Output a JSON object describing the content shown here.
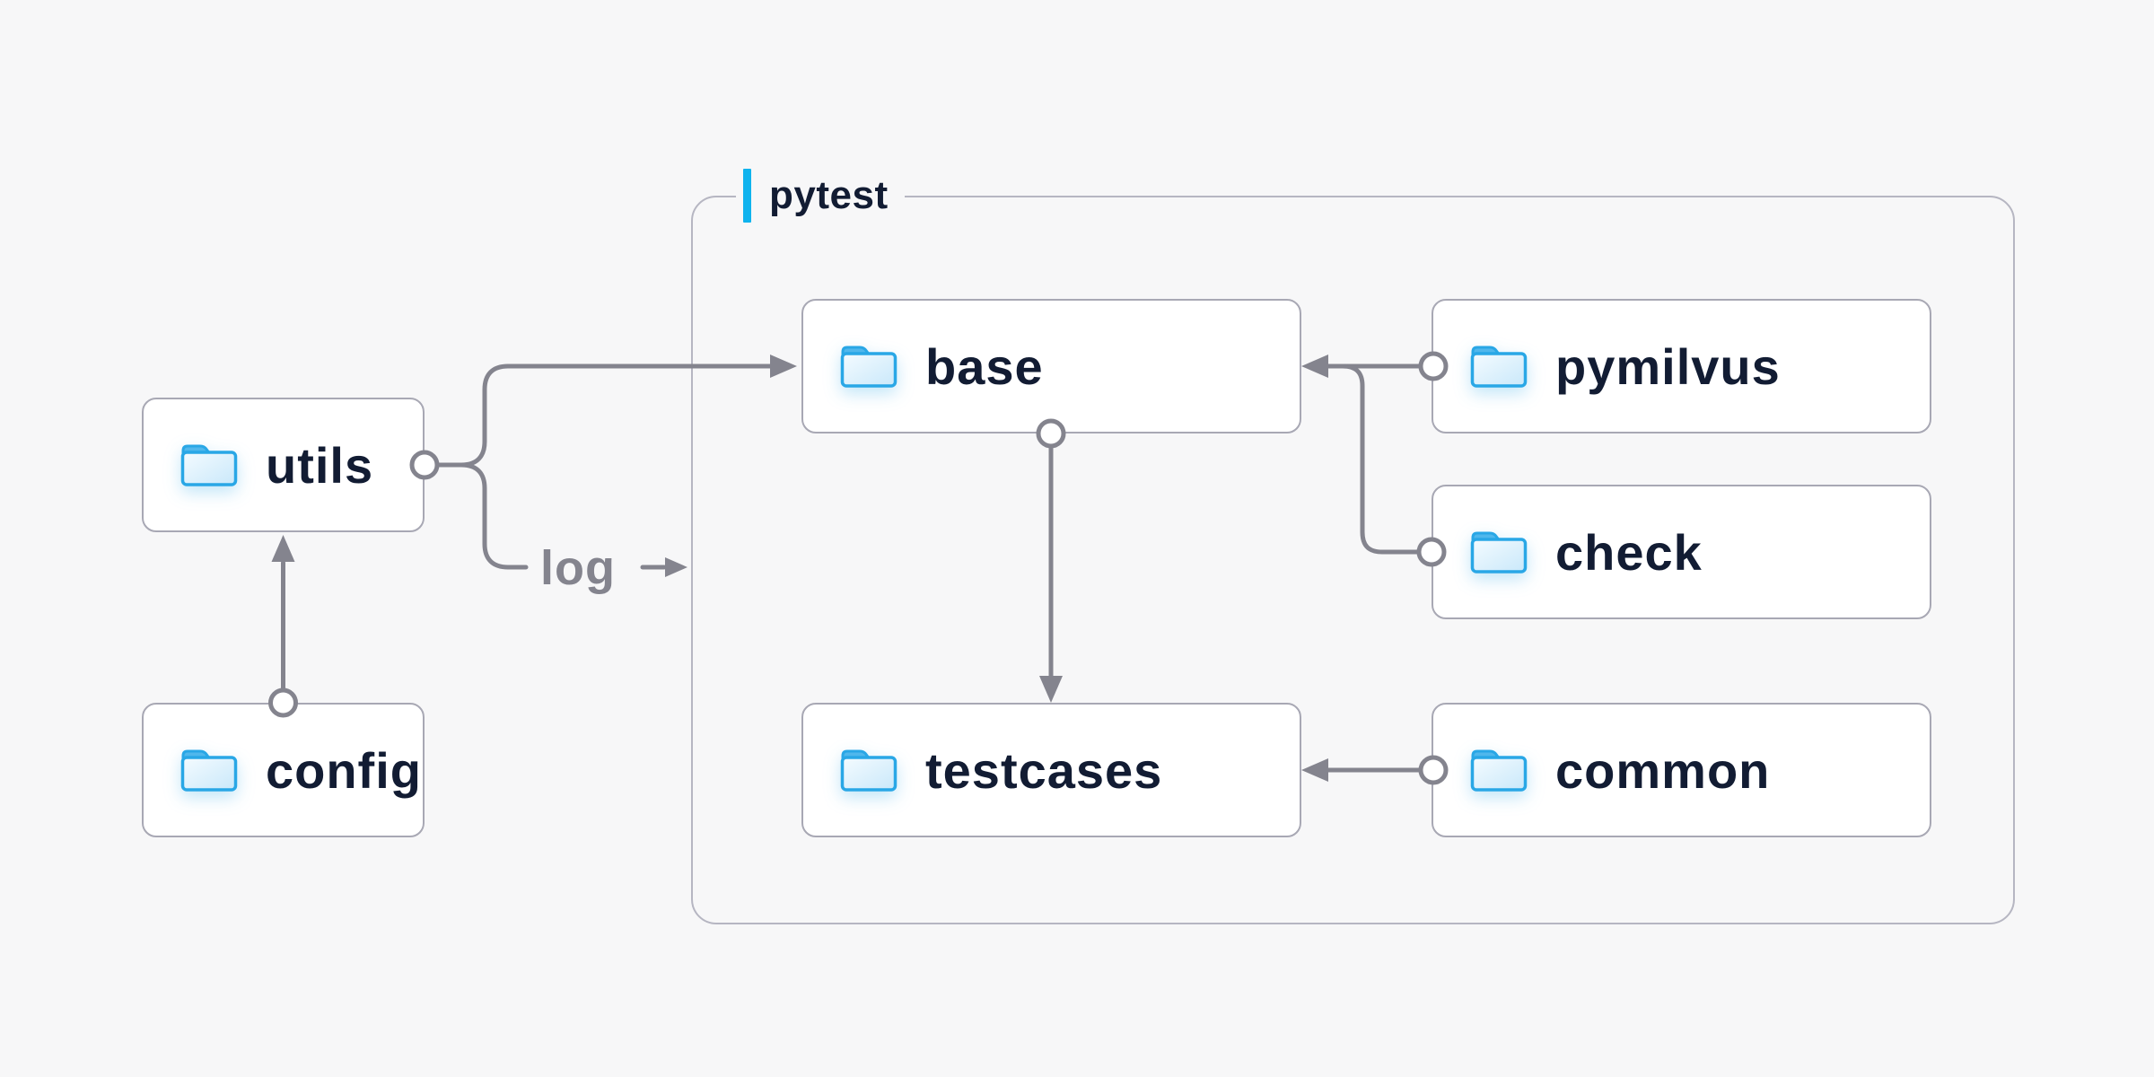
{
  "background_color": "#f7f7f8",
  "group": {
    "label": "pytest",
    "accent_color": "#0fb3ee",
    "border_color": "#b6b6c2"
  },
  "nodes": {
    "utils": {
      "label": "utils"
    },
    "config": {
      "label": "config"
    },
    "base": {
      "label": "base"
    },
    "pymilvus": {
      "label": "pymilvus"
    },
    "check": {
      "label": "check"
    },
    "testcases": {
      "label": "testcases"
    },
    "common": {
      "label": "common"
    }
  },
  "node_style": {
    "fill": "#ffffff",
    "border_color": "#a8a8b4",
    "text_color": "#121c33",
    "folder_outline_color": "#29a7e6",
    "folder_tab_color": "#50b7ec"
  },
  "edges": {
    "line_color": "#84848e",
    "log_label": "log",
    "connections": [
      {
        "from": "config",
        "to": "utils"
      },
      {
        "from": "utils",
        "to": "base"
      },
      {
        "from": "utils",
        "to": "log"
      },
      {
        "from": "pymilvus",
        "to": "base"
      },
      {
        "from": "check",
        "to": "base"
      },
      {
        "from": "base",
        "to": "testcases"
      },
      {
        "from": "common",
        "to": "testcases"
      }
    ]
  },
  "icons": {
    "folder": "folder-icon"
  }
}
